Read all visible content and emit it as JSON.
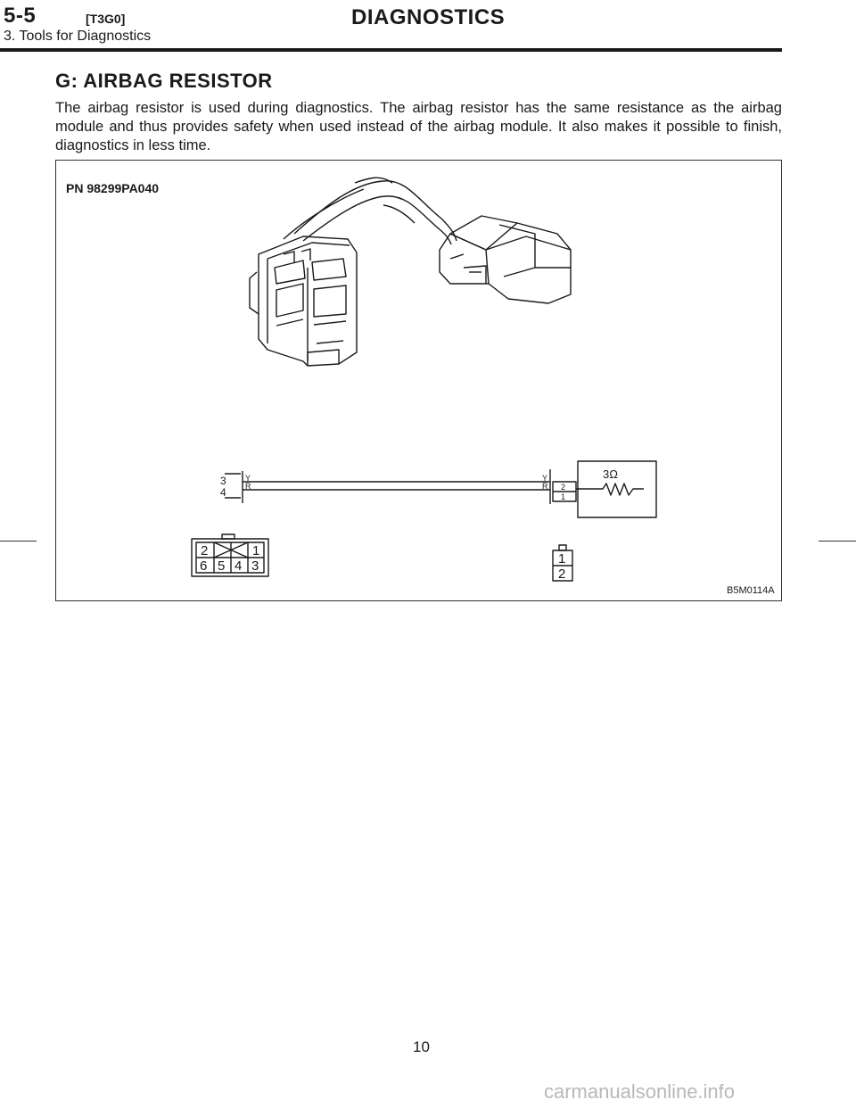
{
  "header": {
    "section": "5-5",
    "code": "[T3G0]",
    "title": "DIAGNOSTICS",
    "subtitle": "3. Tools for Diagnostics"
  },
  "content": {
    "heading": "G: AIRBAG RESISTOR",
    "paragraph": "The airbag resistor is used during diagnostics. The airbag resistor has the same resistance as the airbag module and thus provides safety when used instead of the airbag module. It also makes it possible to finish, diagnostics in less time."
  },
  "figure": {
    "part_number": "PN 98299PA040",
    "figure_code": "B5M0114A",
    "left_wire_pins": [
      "3",
      "4"
    ],
    "left_wire_colors": [
      "Y",
      "R"
    ],
    "right_wire_colors": [
      "Y",
      "R"
    ],
    "right_pins": [
      "2",
      "1"
    ],
    "resistance": "3Ω",
    "left_connector_face_top": [
      "2",
      "1"
    ],
    "left_connector_face_bottom": [
      "6",
      "5",
      "4",
      "3"
    ],
    "right_connector_face": [
      "1",
      "2"
    ]
  },
  "footer": {
    "page_number": "10",
    "watermark": "carmanualsonline.info"
  }
}
